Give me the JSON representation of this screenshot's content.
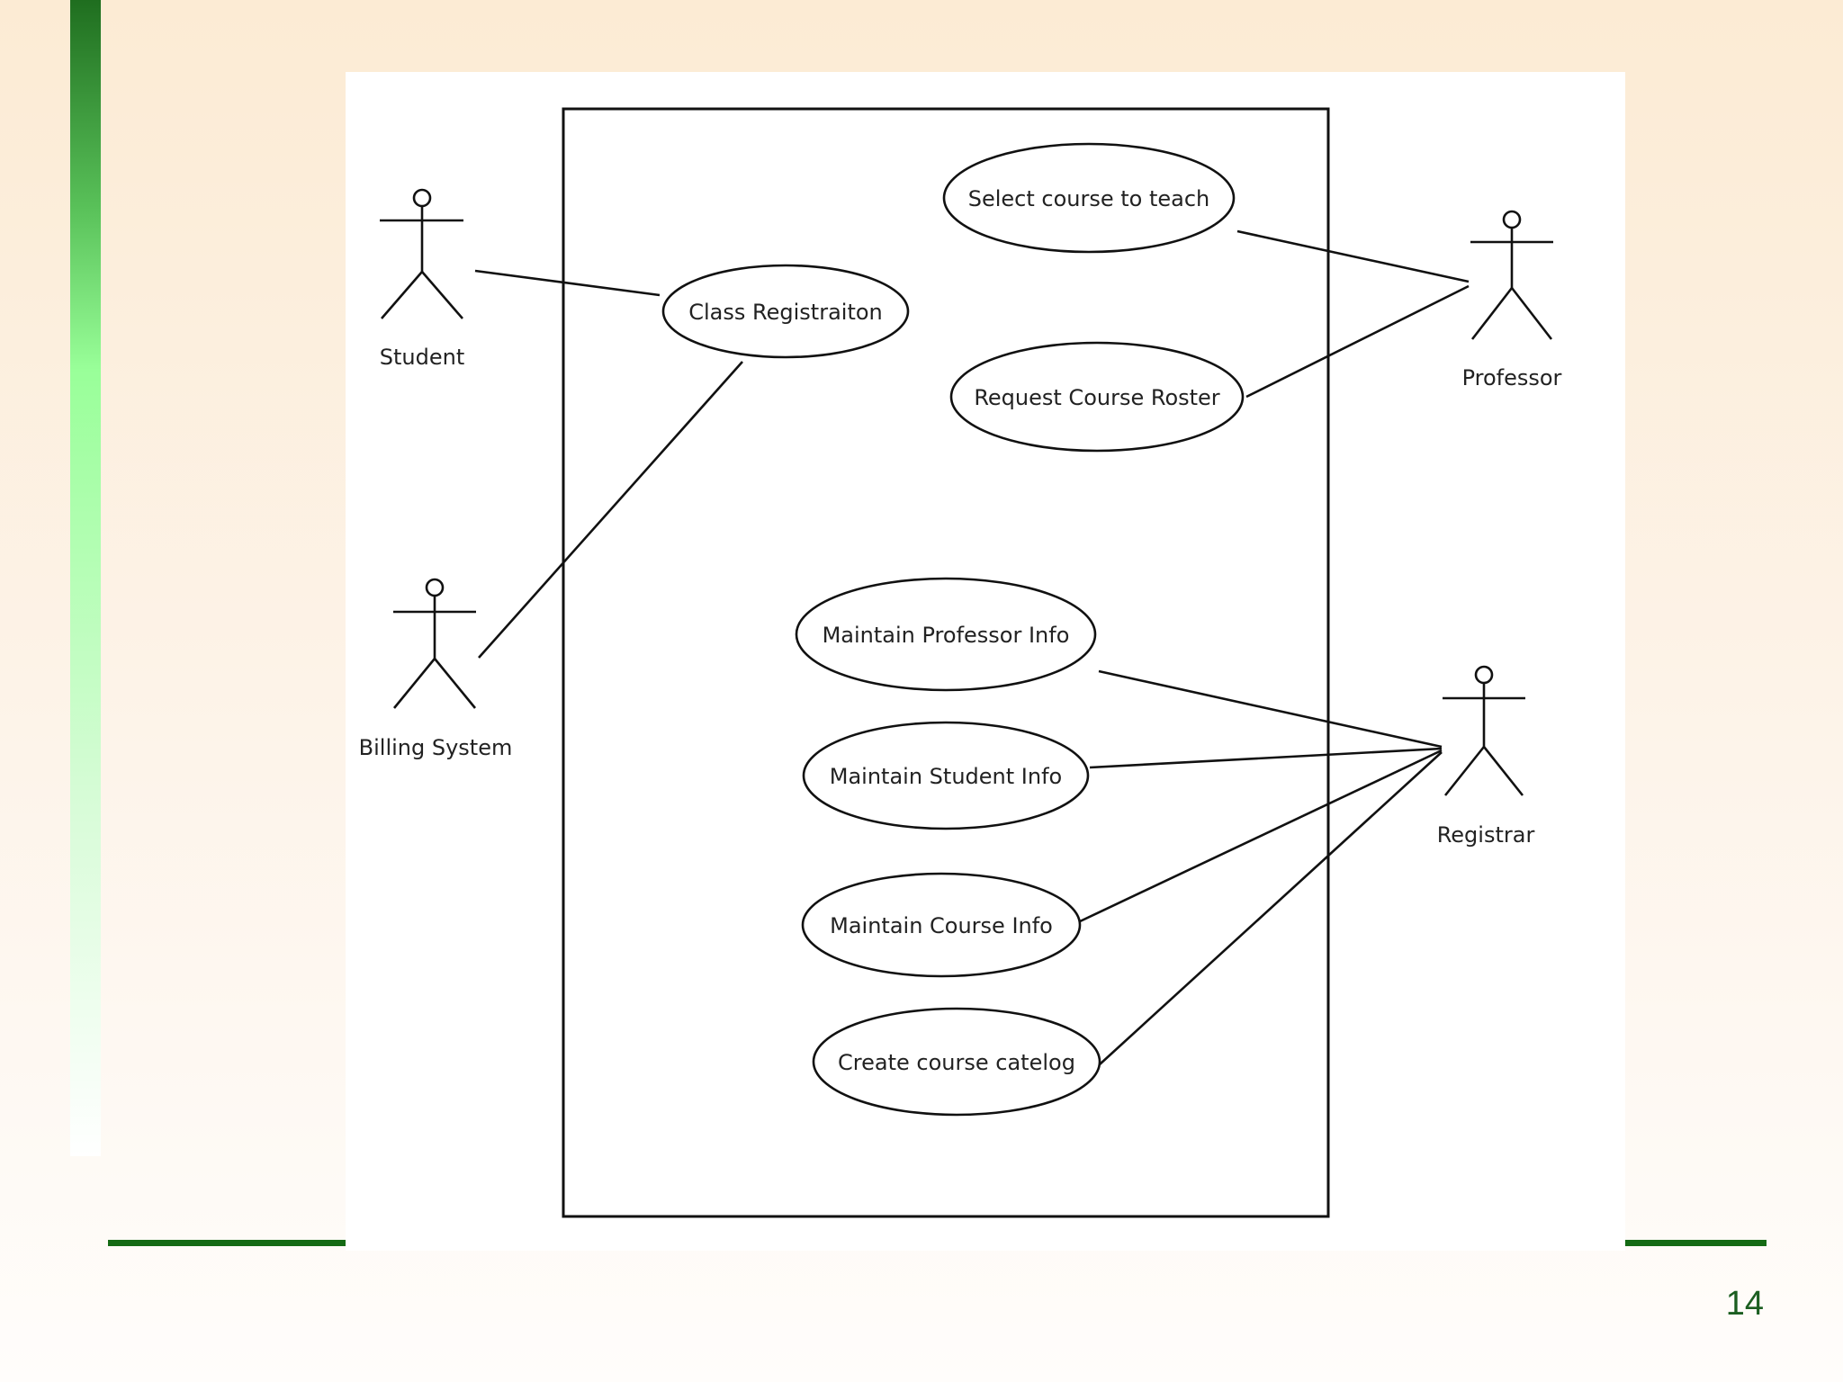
{
  "slide": {
    "page_number": "14",
    "accent_color": "#146a14"
  },
  "diagram": {
    "actors": {
      "student": "Student",
      "billing_system": "Billing System",
      "professor": "Professor",
      "registrar": "Registrar"
    },
    "use_cases": {
      "class_registration": "Class Registraiton",
      "select_course_to_teach": "Select course to teach",
      "request_course_roster": "Request Course Roster",
      "maintain_professor_info": "Maintain Professor Info",
      "maintain_student_info": "Maintain Student Info",
      "maintain_course_info": "Maintain Course Info",
      "create_course_catalog": "Create course catelog"
    },
    "associations": [
      [
        "Student",
        "Class Registraiton"
      ],
      [
        "Billing System",
        "Class Registraiton"
      ],
      [
        "Professor",
        "Select course to teach"
      ],
      [
        "Professor",
        "Request Course Roster"
      ],
      [
        "Registrar",
        "Maintain Professor Info"
      ],
      [
        "Registrar",
        "Maintain Student Info"
      ],
      [
        "Registrar",
        "Maintain Course Info"
      ],
      [
        "Registrar",
        "Create course catelog"
      ]
    ]
  }
}
